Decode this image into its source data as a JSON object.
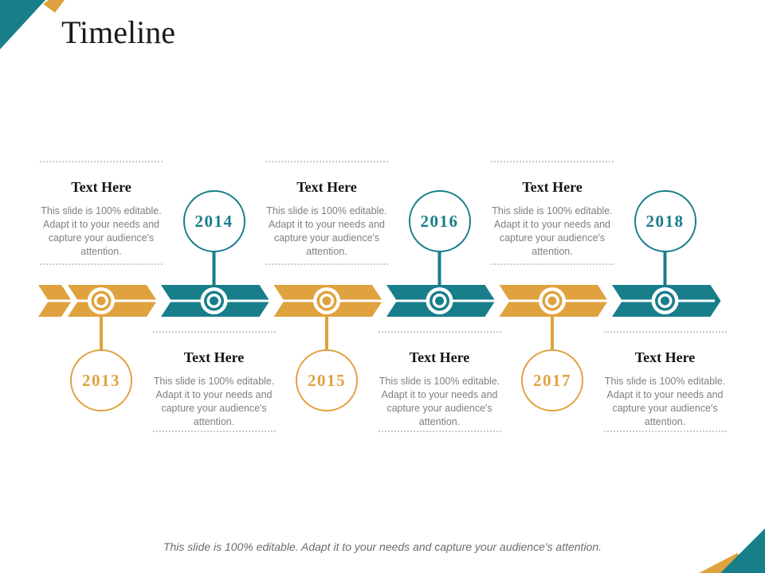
{
  "slide": {
    "title": "Timeline",
    "footer": "This slide is 100% editable. Adapt it to your needs and capture your audience's attention.",
    "colors": {
      "teal": "#177E8A",
      "orange": "#E0A23E",
      "title_text": "#1A1A1A",
      "heading_text": "#141414",
      "body_text": "#7F7F7F",
      "footer_text": "#6C6C6C",
      "dotted_line": "#C9C9C9",
      "background": "#FFFFFF"
    },
    "timeline": {
      "items": [
        {
          "year": "2013",
          "circle_position": "below",
          "color": "orange",
          "heading": "Text Here",
          "body": "This slide is 100% editable. Adapt it to your needs and capture your audience's attention."
        },
        {
          "year": "2014",
          "circle_position": "above",
          "color": "teal",
          "heading": "Text Here",
          "body": "This slide is 100% editable. Adapt it to your needs and capture your audience's attention."
        },
        {
          "year": "2015",
          "circle_position": "below",
          "color": "orange",
          "heading": "Text Here",
          "body": "This slide is 100% editable. Adapt it to your needs and capture your audience's attention."
        },
        {
          "year": "2016",
          "circle_position": "above",
          "color": "teal",
          "heading": "Text Here",
          "body": "This slide is 100% editable. Adapt it to your needs and capture your audience's attention."
        },
        {
          "year": "2017",
          "circle_position": "below",
          "color": "orange",
          "heading": "Text Here",
          "body": "This slide is 100% editable. Adapt it to your needs and capture your audience's attention."
        },
        {
          "year": "2018",
          "circle_position": "above",
          "color": "teal",
          "heading": "Text Here",
          "body": "This slide is 100% editable. Adapt it to your needs and capture your audience's attention."
        }
      ]
    }
  }
}
